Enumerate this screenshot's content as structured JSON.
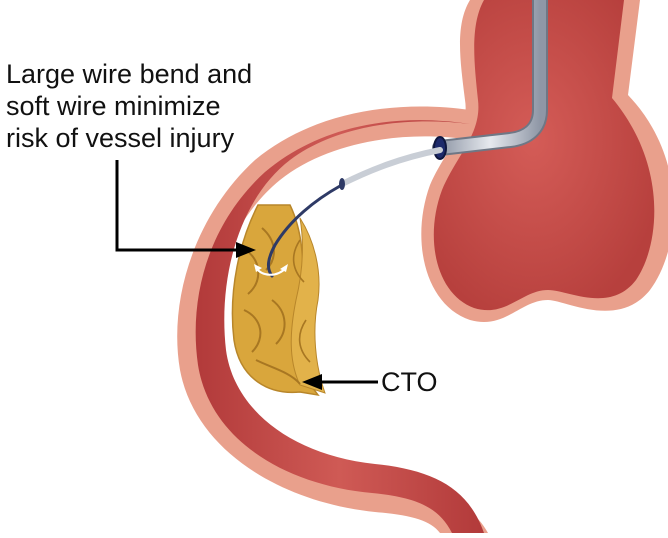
{
  "callouts": {
    "wire_bend": {
      "lines": [
        "Large wire bend and",
        "soft wire minimize",
        "risk of vessel injury"
      ]
    },
    "cto": {
      "text": "CTO"
    }
  },
  "colors": {
    "vessel_wall": "#e9a08c",
    "vessel_lumen": "#c44a48",
    "plaque": "#d9a63c",
    "catheter": "#a8b0bc",
    "guidewire": "#2e3a66",
    "arrow": "#000000"
  },
  "icons": {
    "bend_arc": "double-headed-arrow"
  }
}
